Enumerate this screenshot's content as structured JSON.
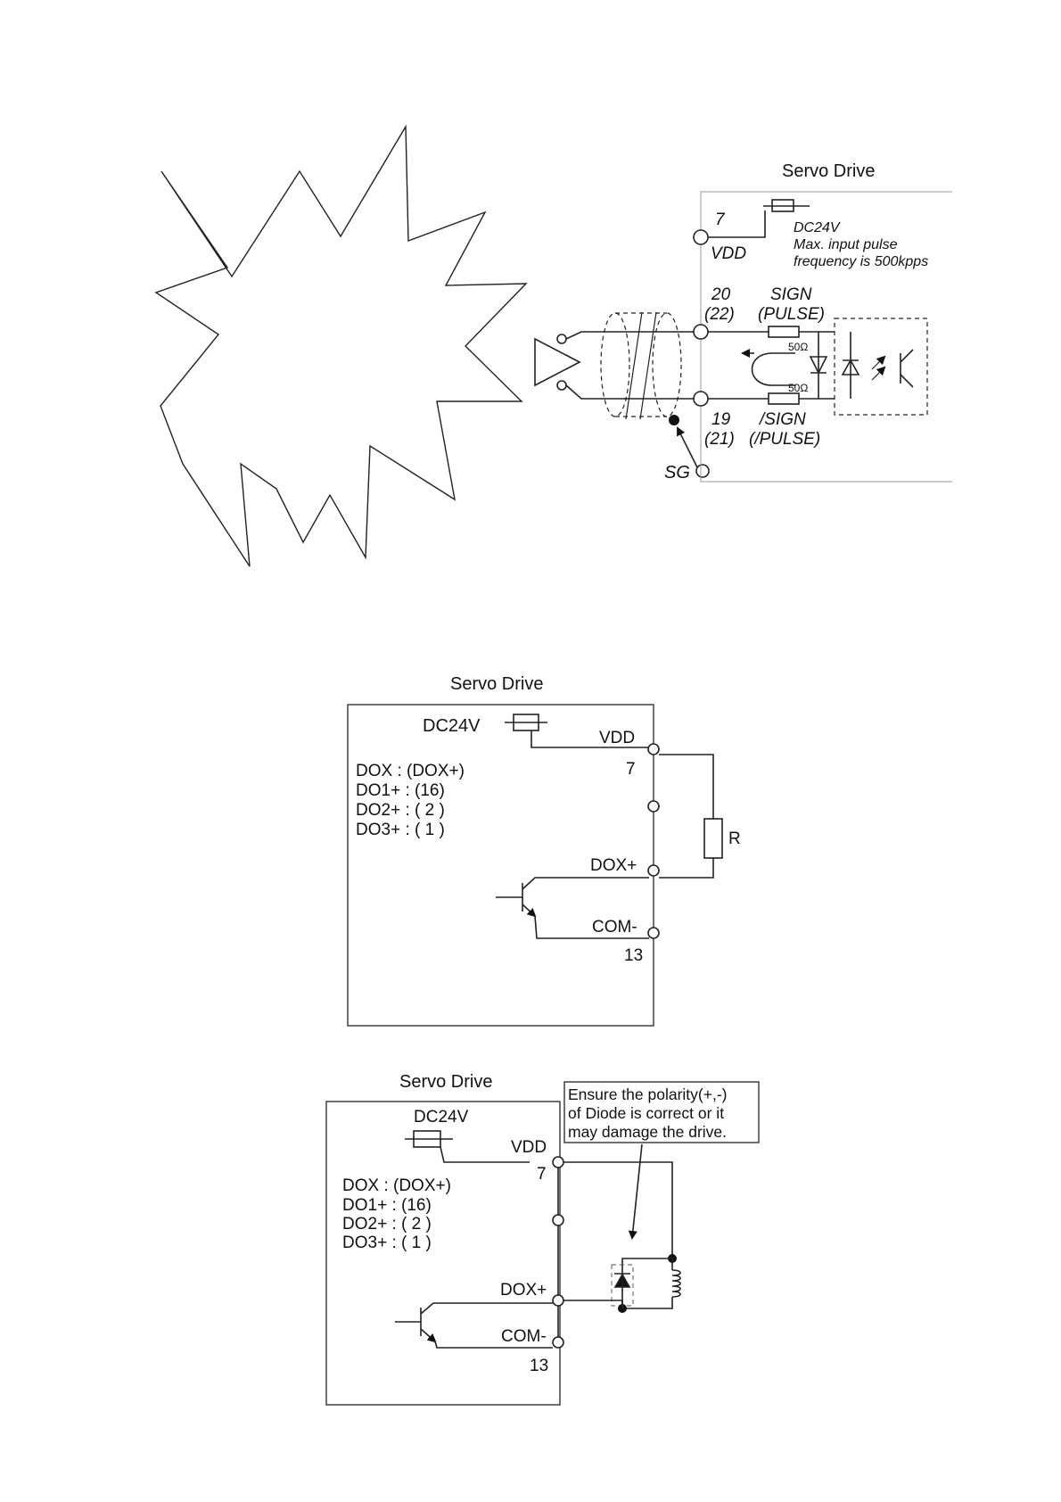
{
  "diagram1": {
    "title": "Servo Drive",
    "pin_vdd_num": "7",
    "pin_vdd": "VDD",
    "dc24v": "DC24V",
    "note_line1": "Max. input pulse",
    "note_line2": "frequency is 500kpps",
    "pin_sign_num": "20",
    "pin_sign_num_alt": "(22)",
    "pin_sign": "SIGN",
    "pin_sign_alt": "(PULSE)",
    "res_top": "50Ω",
    "res_bottom": "50Ω",
    "pin_nsign_num": "19",
    "pin_nsign_num_alt": "(21)",
    "pin_nsign": "/SIGN",
    "pin_nsign_alt": "(/PULSE)",
    "pin_sg": "SG"
  },
  "diagram2": {
    "title": "Servo Drive",
    "dc24v": "DC24V",
    "vdd": "VDD",
    "vdd_num": "7",
    "dox_map": [
      "DOX : (DOX+)",
      "DO1+ : (16)",
      "DO2+ : ( 2 )",
      "DO3+ : ( 1 )"
    ],
    "resistor": "R",
    "dox_plus": "DOX+",
    "com_minus": "COM-",
    "com_num": "13"
  },
  "diagram3": {
    "title": "Servo Drive",
    "dc24v": "DC24V",
    "vdd": "VDD",
    "vdd_num": "7",
    "dox_map": [
      "DOX : (DOX+)",
      "DO1+ : (16)",
      "DO2+ : ( 2 )",
      "DO3+ : ( 1 )"
    ],
    "note_lines": [
      "Ensure the polarity(+,-)",
      "of Diode is correct or it",
      "may damage the drive."
    ],
    "dox_plus": "DOX+",
    "com_minus": "COM-",
    "com_num": "13"
  }
}
